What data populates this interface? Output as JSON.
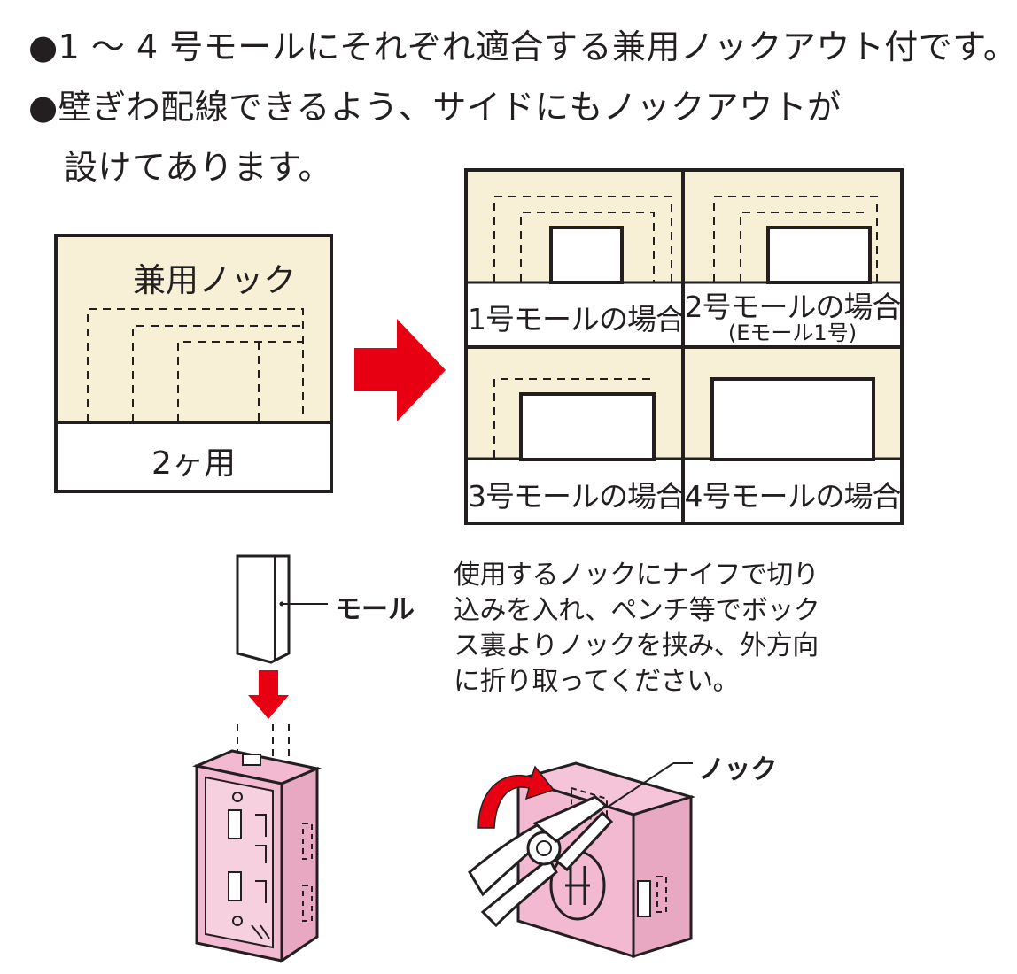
{
  "bullets": {
    "line1": "●1 〜 4 号モールにそれぞれ適合する兼用ノックアウト付です。",
    "line2": "●壁ぎわ配線できるよう、サイドにもノックアウトが",
    "line3": "設けてあります。"
  },
  "left_box": {
    "title": "兼用ノック",
    "footer": "2ヶ用"
  },
  "grid": {
    "cell1": "1号モールの場合",
    "cell2_line1": "2号モールの場合",
    "cell2_line2": "(Eモール1号)",
    "cell3": "3号モールの場合",
    "cell4": "4号モールの場合"
  },
  "mall_label": "モール",
  "instructions": [
    "使用するノックにナイフで切り",
    "込みを入れ、ペンチ等でボック",
    "ス裏よりノックを挟み、外方向",
    "に折り取ってください。"
  ],
  "knock_label": "ノック",
  "colors": {
    "cream": "#f7f0d7",
    "pink": "#f2b9d0",
    "red": "#e60012",
    "ink": "#231f20"
  }
}
